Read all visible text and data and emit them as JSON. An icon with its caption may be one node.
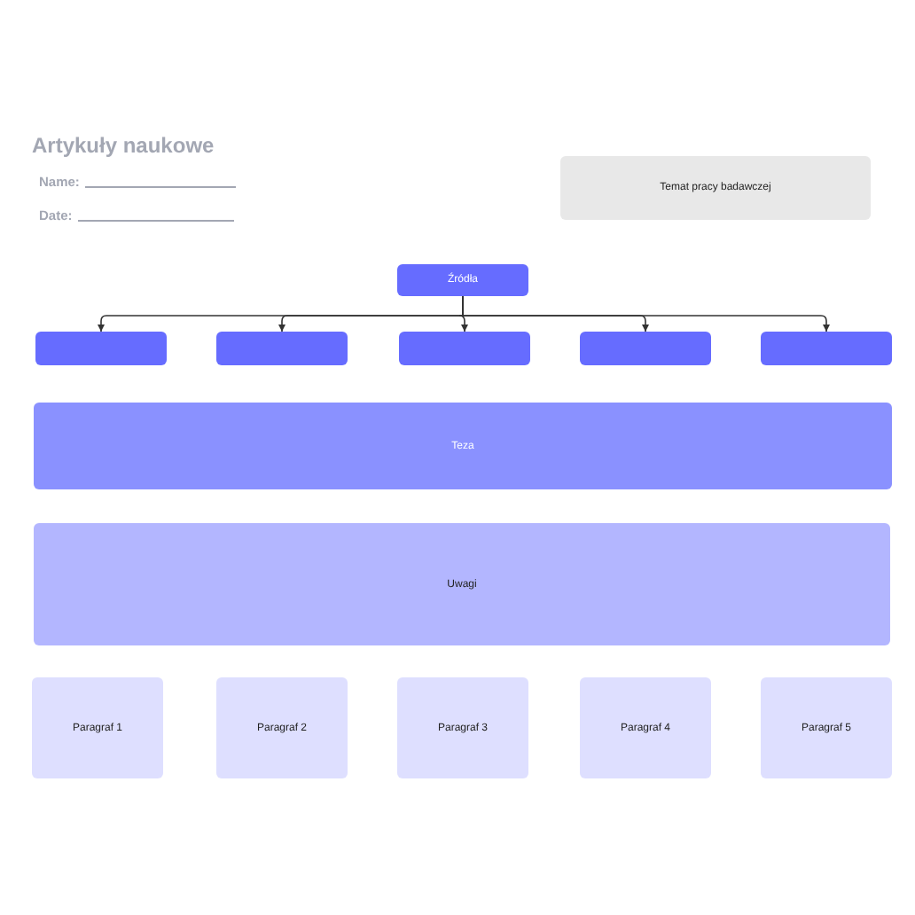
{
  "diagram": {
    "title": "Artykuły naukowe",
    "nodes": [
      {
        "text": [
          "Temat pracy badawczej"
        ]
      },
      {
        "text": [
          "Źródła"
        ]
      },
      {
        "text": [],
        "shape": "box"
      },
      {
        "text": [],
        "shape": "box"
      },
      {
        "text": [],
        "shape": "box"
      },
      {
        "text": [],
        "shape": "box"
      },
      {
        "text": [],
        "shape": "box"
      },
      {
        "text": [
          "Teza"
        ]
      },
      {
        "text": [
          "Uwagi"
        ]
      },
      {
        "text": [
          "Paragraf 1"
        ]
      },
      {
        "text": [
          "Paragraf 2"
        ]
      },
      {
        "text": [
          "Paragraf 3"
        ]
      },
      {
        "text": [
          "Paragraf 4"
        ]
      },
      {
        "text": [
          "Paragraf 5"
        ]
      }
    ],
    "edges": [
      {
        "from": 1,
        "to": 2,
        "arrow": "to"
      },
      {
        "from": 1,
        "to": 3,
        "arrow": "to"
      },
      {
        "from": 1,
        "to": 4,
        "arrow": "to"
      },
      {
        "from": 1,
        "to": 5,
        "arrow": "to"
      },
      {
        "from": 1,
        "to": 6,
        "arrow": "to"
      }
    ],
    "labels": [
      "Name:",
      "Date:"
    ]
  }
}
